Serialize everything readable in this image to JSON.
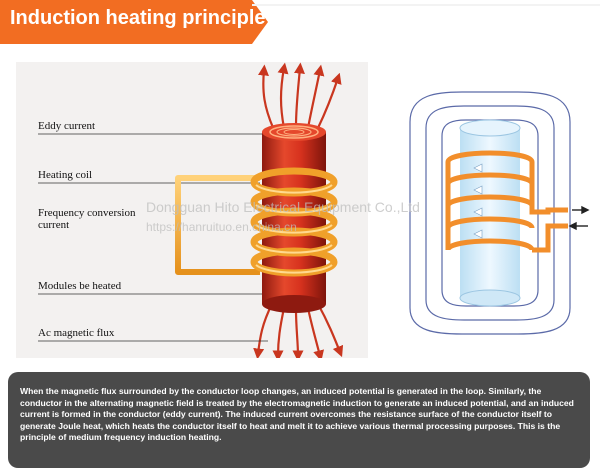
{
  "header": {
    "title": "Induction heating principle",
    "banner_color": "#f26d22"
  },
  "left_diagram": {
    "labels": [
      "Eddy current",
      "Heating coil",
      "Frequency conversion current",
      "Modules be heated",
      "Ac magnetic flux"
    ],
    "label_lines": {
      "frequency_line1": "Frequency conversion",
      "frequency_line2": "current"
    },
    "colors": {
      "cylinder": "#d7321e",
      "coil": "#f4a72c",
      "arrows": "#c9361f"
    }
  },
  "right_diagram": {
    "colors": {
      "coil": "#f28e2b",
      "flux_lines": "#5b6aa8",
      "core": "#dbeefa"
    }
  },
  "watermark": {
    "line1": "Dongguan Hito Electrical Equipment Co.,Ltd",
    "line2": "https://hanruituo.en.china.cn"
  },
  "caption": {
    "text": "When the magnetic flux surrounded by the conductor loop changes, an induced potential is generated in the loop. Similarly, the conductor in the alternating magnetic field is treated by the electromagnetic induction to generate an induced potential, and an induced current is formed in the conductor (eddy current). The induced current overcomes the resistance surface of the conductor itself to generate Joule heat, which heats the conductor itself to heat and melt it to achieve various thermal processing purposes. This is the principle of medium frequency induction heating."
  }
}
